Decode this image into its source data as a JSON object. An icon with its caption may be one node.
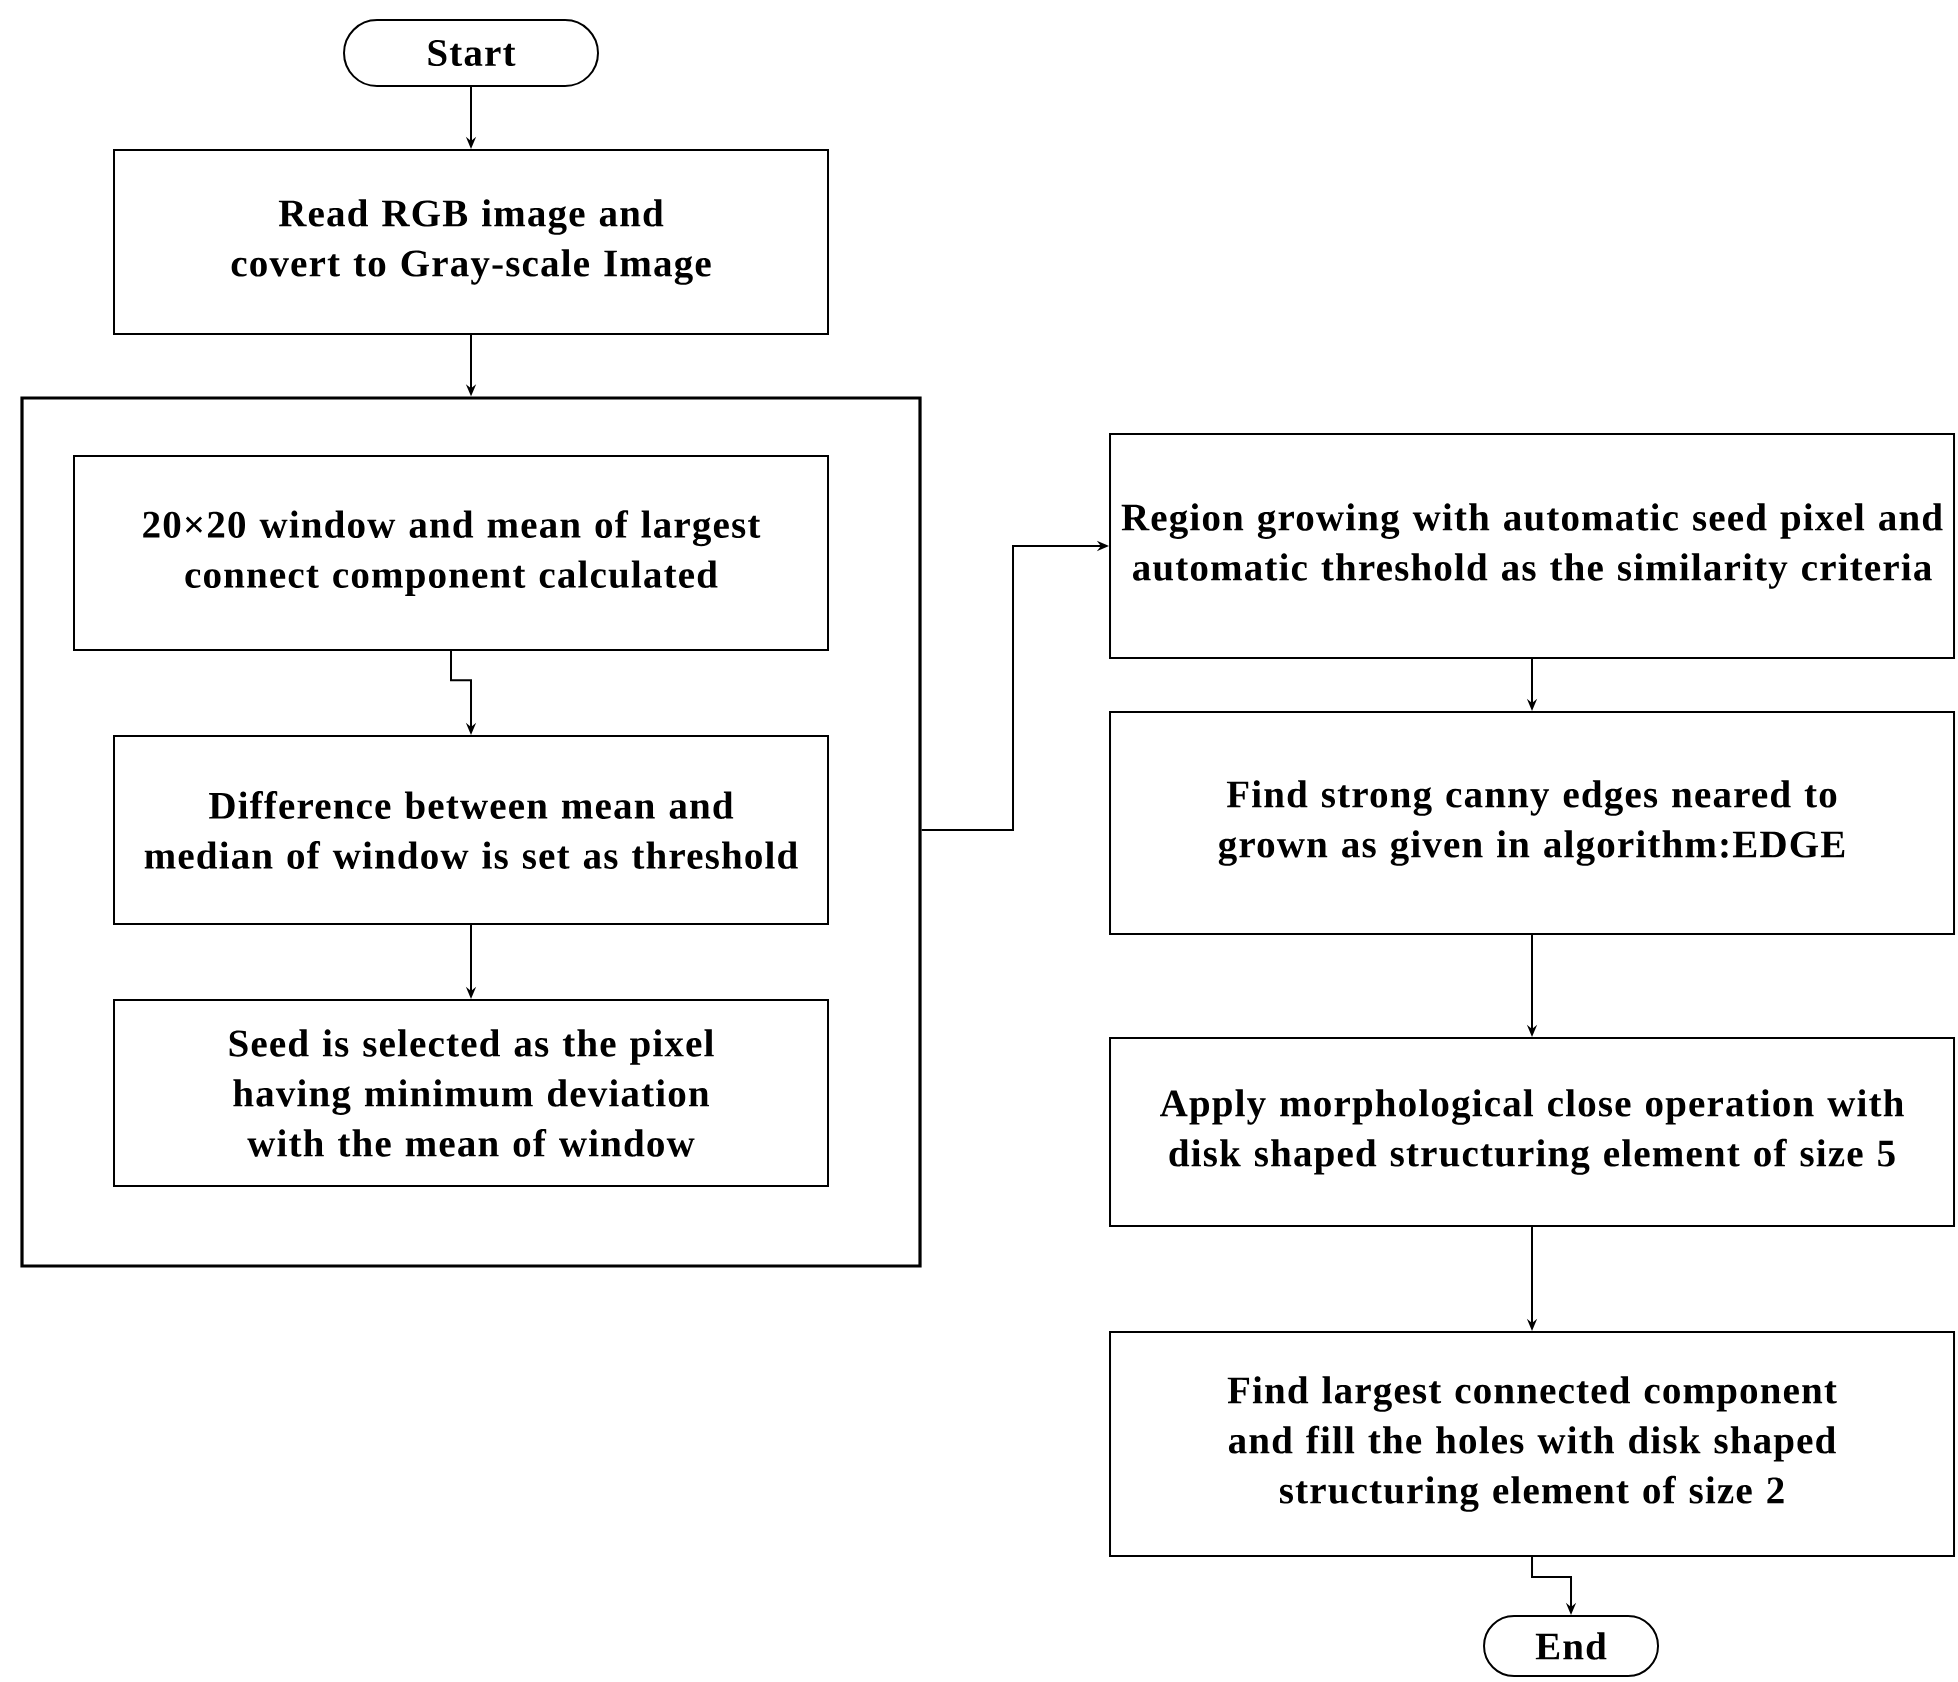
{
  "diagram": {
    "nodes": [
      {
        "text": [
          "Start"
        ]
      },
      {
        "text": [
          "Read RGB image and covert to Gray-scale Image"
        ]
      },
      {
        "text": [],
        "shape": "box"
      },
      {
        "text": [
          "20×20 window and mean of largest connect component calculated"
        ],
        "in": 2
      },
      {
        "text": [
          "Difference between mean and median of window is set as threshold"
        ],
        "in": 2
      },
      {
        "text": [
          "Seed is selected as the pixel having minimum deviation with the mean of window"
        ],
        "in": 2
      },
      {
        "text": [
          "Region growing with automatic seed pixel and automatic threshold as the similarity criteria"
        ]
      },
      {
        "text": [
          "Find strong canny edges neared to grown as given in algorithm:EDGE"
        ]
      },
      {
        "text": [
          "Apply morphological close operation with disk shaped structuring element of size 5"
        ]
      },
      {
        "text": [
          "Find largest connected component and fill the holes with disk shaped structuring element of size 2"
        ]
      },
      {
        "text": [
          "End"
        ]
      }
    ],
    "edges": [
      {
        "from": 0,
        "to": 1,
        "arrow": "to"
      },
      {
        "from": 1,
        "to": 2,
        "arrow": "to"
      },
      {
        "from": 3,
        "to": 4,
        "arrow": "to"
      },
      {
        "from": 4,
        "to": 5,
        "arrow": "to"
      },
      {
        "from": 2,
        "to": 6,
        "arrow": "to"
      },
      {
        "from": 6,
        "to": 7,
        "arrow": "to"
      },
      {
        "from": 7,
        "to": 8,
        "arrow": "to"
      },
      {
        "from": 8,
        "to": 9,
        "arrow": "to"
      },
      {
        "from": 9,
        "to": 10,
        "arrow": "to"
      }
    ]
  }
}
